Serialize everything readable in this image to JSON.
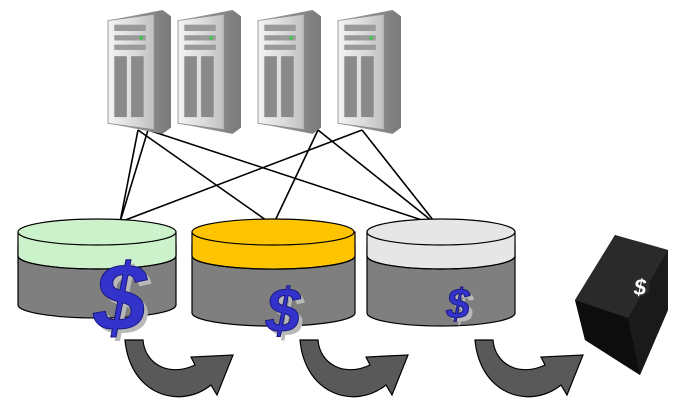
{
  "servers": [
    {
      "name": "server-1"
    },
    {
      "name": "server-2"
    },
    {
      "name": "server-3"
    },
    {
      "name": "server-4"
    }
  ],
  "tiers": [
    {
      "name": "tier-1",
      "top_color": "#ccf2cc",
      "dollar": "$"
    },
    {
      "name": "tier-2",
      "top_color": "#ffc400",
      "dollar": "$"
    },
    {
      "name": "tier-3",
      "top_color": "#e6e6e6",
      "dollar": "$"
    }
  ],
  "tape": {
    "name": "tape-cartridge",
    "dollar": "$"
  },
  "colors": {
    "cylinder_body": "#7f7f7f",
    "dollar_fill": "#3333cc",
    "dollar_shadow": "#b8b8b8",
    "arrow_fill": "#595959",
    "line": "#000000"
  },
  "connections": [
    [
      0,
      0
    ],
    [
      0,
      1
    ],
    [
      1,
      0
    ],
    [
      1,
      2
    ],
    [
      2,
      1
    ],
    [
      2,
      2
    ],
    [
      3,
      0
    ],
    [
      3,
      2
    ]
  ],
  "icons": [
    "server-tower-icon",
    "curved-arrow-icon",
    "tape-cartridge-icon"
  ]
}
